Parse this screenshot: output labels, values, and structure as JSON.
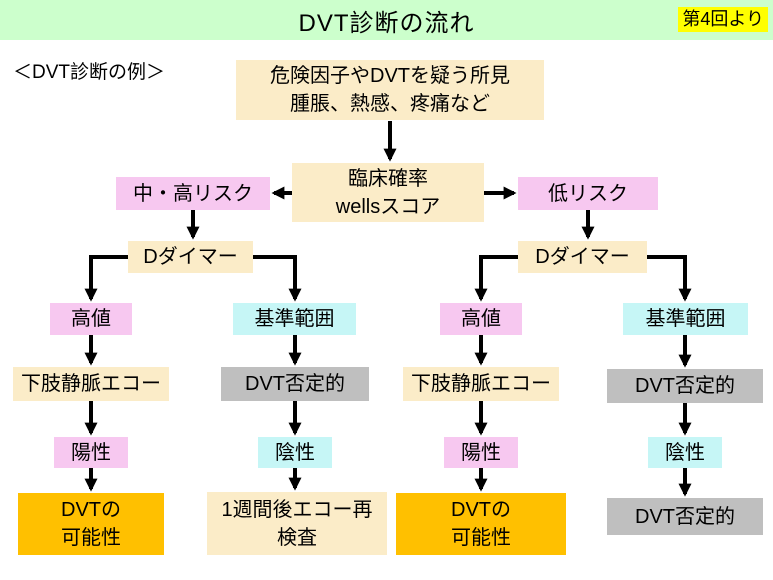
{
  "header": {
    "title": "DVT診断の流れ",
    "badge": "第4回より"
  },
  "subtitle": "＜DVT診断の例＞",
  "palette": {
    "header_bg": "#CCFFCC",
    "badge_bg": "#FFFF00",
    "cream_box": "#FBECC8",
    "pink_box": "#F7C8F0",
    "cyan_box": "#C6F6F6",
    "gray_box": "#BFBFBF",
    "orange_box": "#FFC000",
    "arrow": "#000000"
  },
  "flow": {
    "start": "危険因子やDVTを疑う所見\n腫脹、熱感、疼痛など",
    "probability": "臨床確率\nwellsスコア",
    "risk_mid_high": "中・高リスク",
    "risk_low": "低リスク",
    "ddimer_left": "Dダイマー",
    "ddimer_right": "Dダイマー",
    "branches": {
      "a": {
        "level": "高値",
        "test": "下肢静脈エコー",
        "result": "陽性",
        "outcome": "DVTの\n可能性"
      },
      "b": {
        "level": "基準範囲",
        "assessment": "DVT否定的",
        "result": "陰性",
        "outcome": "1週間後エコー再\n検査"
      },
      "c": {
        "level": "高値",
        "test": "下肢静脈エコー",
        "result": "陽性",
        "outcome": "DVTの\n可能性"
      },
      "d": {
        "level": "基準範囲",
        "assessment": "DVT否定的",
        "result": "陰性",
        "outcome": "DVT否定的"
      }
    }
  }
}
